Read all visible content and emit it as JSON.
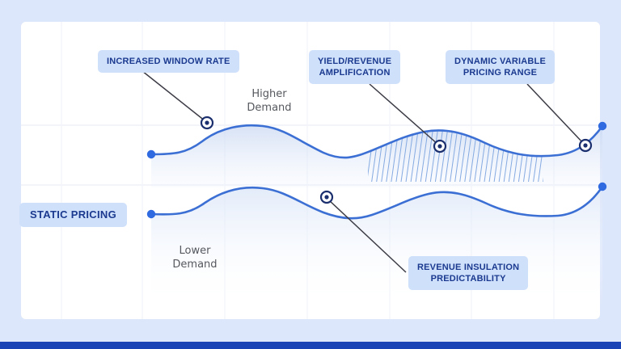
{
  "theme": {
    "page_background": "#dde7fb",
    "card_background": "#ffffff",
    "bottom_bar": "#1a43b5",
    "label_chip_bg": "#cfe0fb",
    "label_text": "#1b3a8f",
    "curve_stroke": "#3b6fd4",
    "marker_ring": "#1b2f6e",
    "endpoint_dot": "#2f6ae0",
    "hatch_color": "#7fa6e0",
    "grid_line": "#eef1f7",
    "demand_text": "#55585e"
  },
  "labels": {
    "increased_window_rate": "INCREASED WINDOW RATE",
    "yield_revenue_amplification": "YIELD/REVENUE\nAMPLIFICATION",
    "dynamic_variable_pricing_range": "DYNAMIC VARIABLE\nPRICING RANGE",
    "revenue_insulation_predictability": "REVENUE INSULATION\nPREDICTABILITY",
    "static_pricing": "STATIC PRICING"
  },
  "annotations": {
    "higher_demand": "Higher\nDemand",
    "lower_demand": "Lower\nDemand"
  },
  "chart_data": {
    "type": "area",
    "title": "",
    "xlabel": "",
    "ylabel": "",
    "grid": true,
    "legend_position": "inline-callouts",
    "x_range": [
      187,
      745
    ],
    "y_range": [
      27,
      395
    ],
    "series": [
      {
        "name": "Dynamic / variable pricing curve",
        "role": "upper",
        "stroke": "#3b6fd4",
        "points": [
          {
            "x": 187,
            "y": 191
          },
          {
            "x": 232,
            "y": 189
          },
          {
            "x": 278,
            "y": 165
          },
          {
            "x": 325,
            "y": 156
          },
          {
            "x": 372,
            "y": 168
          },
          {
            "x": 420,
            "y": 192
          },
          {
            "x": 455,
            "y": 189
          },
          {
            "x": 500,
            "y": 170
          },
          {
            "x": 545,
            "y": 163
          },
          {
            "x": 590,
            "y": 171
          },
          {
            "x": 640,
            "y": 190
          },
          {
            "x": 690,
            "y": 192
          },
          {
            "x": 745,
            "y": 156
          }
        ],
        "endpoint_markers": [
          {
            "x": 187,
            "y": 191
          },
          {
            "x": 745,
            "y": 156
          }
        ]
      },
      {
        "name": "Static pricing curve",
        "role": "lower",
        "stroke": "#3b6fd4",
        "points": [
          {
            "x": 187,
            "y": 265
          },
          {
            "x": 232,
            "y": 264
          },
          {
            "x": 278,
            "y": 241
          },
          {
            "x": 325,
            "y": 233
          },
          {
            "x": 372,
            "y": 243
          },
          {
            "x": 420,
            "y": 266
          },
          {
            "x": 455,
            "y": 268
          },
          {
            "x": 500,
            "y": 250
          },
          {
            "x": 545,
            "y": 239
          },
          {
            "x": 590,
            "y": 247
          },
          {
            "x": 640,
            "y": 266
          },
          {
            "x": 690,
            "y": 267
          },
          {
            "x": 745,
            "y": 231
          }
        ],
        "endpoint_markers": [
          {
            "x": 187,
            "y": 265
          },
          {
            "x": 745,
            "y": 231
          }
        ]
      }
    ],
    "hatched_regions": [
      {
        "name": "yield-revenue-amplification-band",
        "x_start": 455,
        "x_end": 672,
        "baseline_y": 225,
        "bound": "upper-curve"
      },
      {
        "name": "revenue-insulation-band",
        "x_start": 243,
        "x_end": 442,
        "baseline_y": 231,
        "bound": "lower-curve"
      }
    ],
    "callout_markers": [
      {
        "name": "increased-window-rate-marker",
        "x": 256,
        "y": 152,
        "leader_to_x": 176,
        "leader_to_y": 88
      },
      {
        "name": "yield-revenue-marker",
        "x": 544,
        "y": 181,
        "leader_to_x": 457,
        "leader_to_y": 104
      },
      {
        "name": "dynamic-variable-marker",
        "x": 724,
        "y": 180,
        "leader_to_x": 652,
        "leader_to_y": 104
      },
      {
        "name": "revenue-insulation-marker",
        "x": 404,
        "y": 244,
        "leader_to_x": 502,
        "leader_to_y": 337
      }
    ],
    "gridlines": {
      "horizontal_y": [
        155,
        229
      ],
      "vertical_x": [
        76,
        176,
        278,
        380,
        482,
        583,
        685
      ]
    }
  }
}
